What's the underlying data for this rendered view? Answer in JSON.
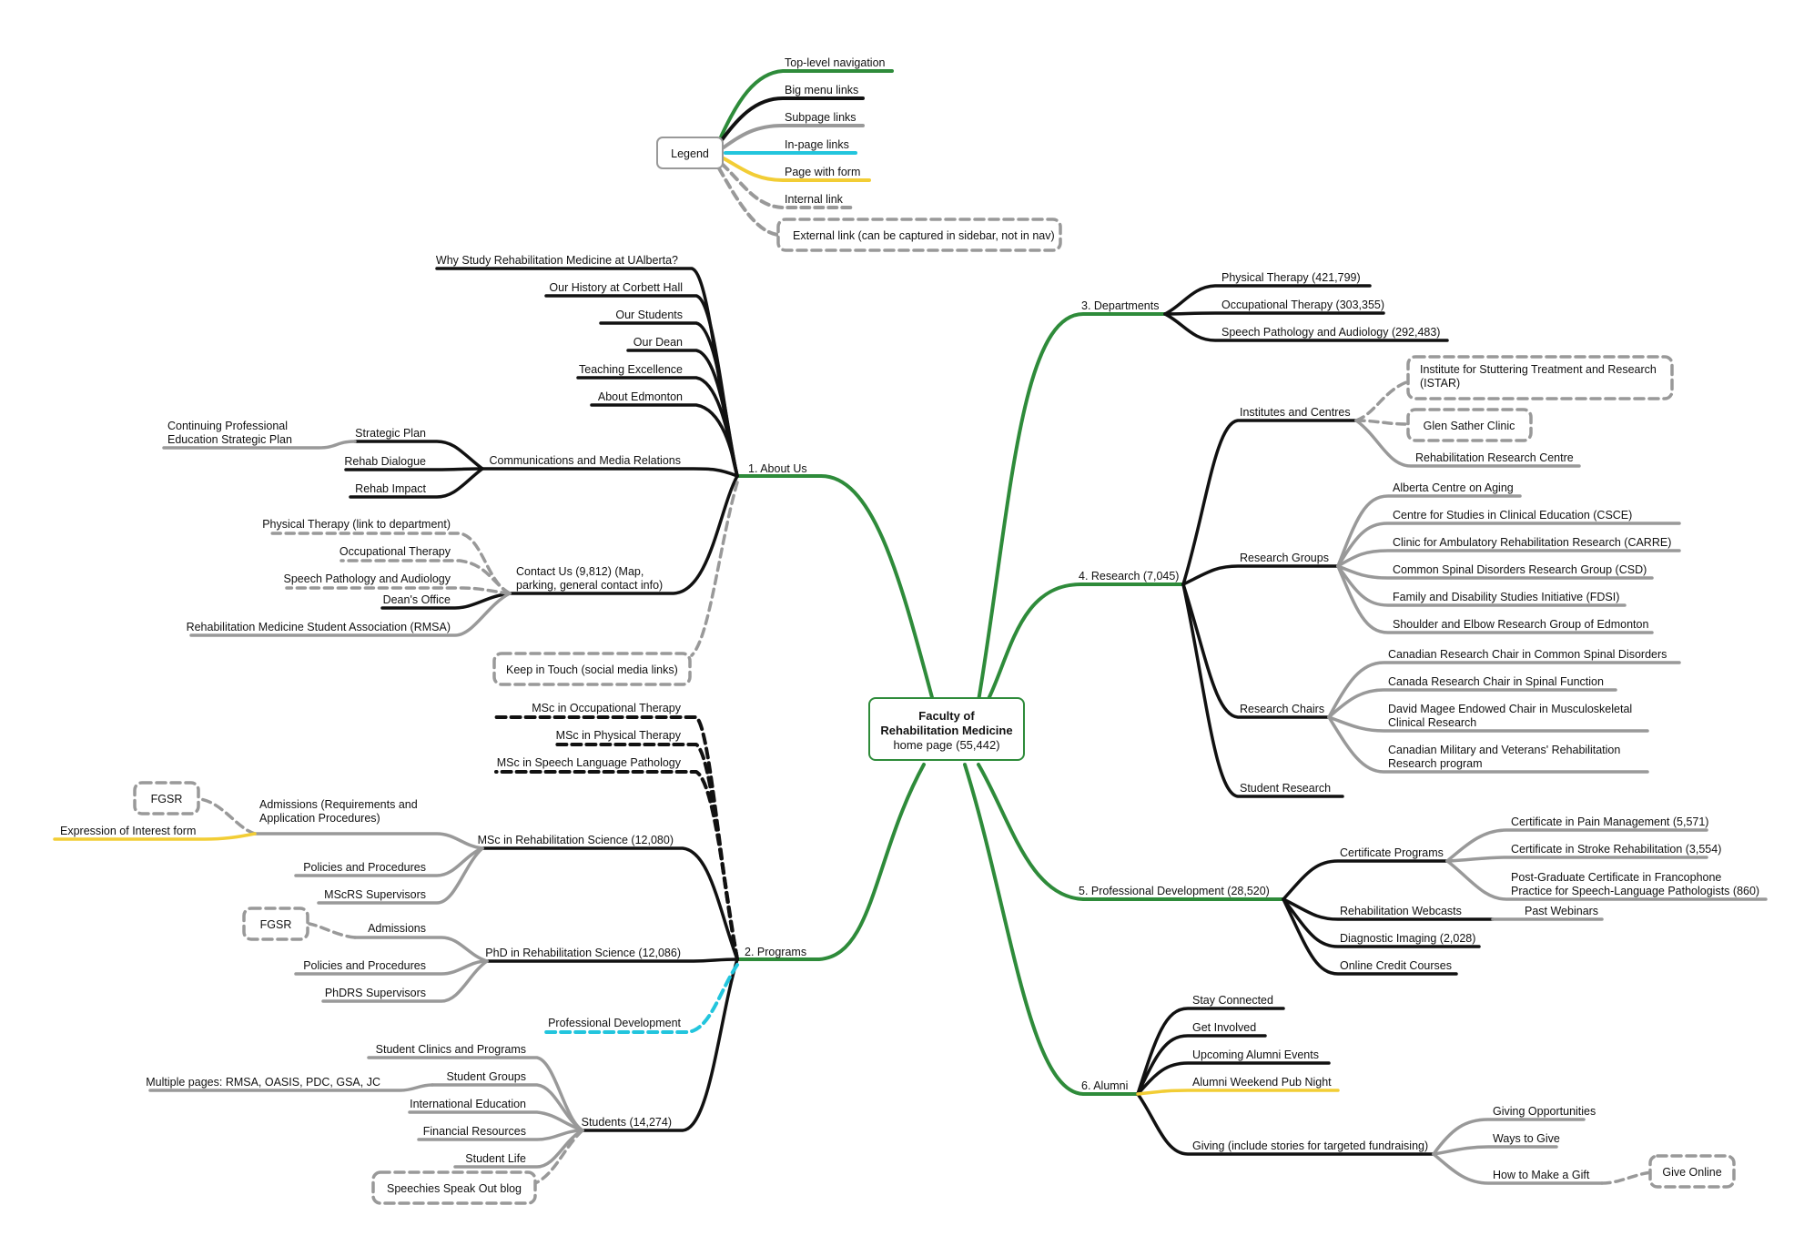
{
  "colors": {
    "top_level": "#2e8b3a",
    "big_menu": "#111111",
    "subpage": "#999999",
    "in_page": "#22c5dd",
    "form": "#f2cd35",
    "internal": "#999999",
    "external_box": "#999999"
  },
  "root": {
    "line1": "Faculty of",
    "line2": "Rehabilitation Medicine",
    "line3": "home page (55,442)"
  },
  "legend": {
    "title": "Legend",
    "items": [
      {
        "label": "Top-level navigation",
        "style": "top_level"
      },
      {
        "label": "Big menu links",
        "style": "big_menu"
      },
      {
        "label": "Subpage links",
        "style": "subpage"
      },
      {
        "label": "In-page links",
        "style": "in_page"
      },
      {
        "label": "Page with form",
        "style": "form"
      },
      {
        "label": "Internal link",
        "style": "internal"
      },
      {
        "label": "External link (can be captured in sidebar, not in nav)",
        "style": "external"
      }
    ]
  },
  "about_us": {
    "label": "1. About Us",
    "why": "Why Study Rehabilitation Medicine at UAlberta?",
    "history": "Our History at Corbett Hall",
    "students": "Our Students",
    "dean": "Our Dean",
    "teaching": "Teaching Excellence",
    "edmonton": "About Edmonton",
    "communications": {
      "label": "Communications and Media Relations",
      "strategic_plan": "Strategic Plan",
      "cpe_plan_line1": "Continuing Professional",
      "cpe_plan_line2": "Education Strategic Plan",
      "rehab_dialogue": "Rehab Dialogue",
      "rehab_impact": "Rehab Impact"
    },
    "contact": {
      "label_line1": "Contact Us (9,812) (Map,",
      "label_line2": "parking, general contact info)",
      "pt": "Physical Therapy (link to department)",
      "ot": "Occupational Therapy",
      "slp": "Speech Pathology and Audiology",
      "deans_office": "Dean's Office",
      "rmsa": "Rehabilitation Medicine Student Association (RMSA)"
    },
    "keep_in_touch": "Keep in Touch (social media links)"
  },
  "programs": {
    "label": "2. Programs",
    "msc_ot": "MSc in Occupational Therapy",
    "msc_pt": "MSc in Physical Therapy",
    "msc_slp": "MSc in Speech Language Pathology",
    "msc_rs": {
      "label": "MSc in Rehabilitation Science (12,080)",
      "admissions_line1": "Admissions (Requirements and",
      "admissions_line2": "Application Procedures)",
      "fgsr": "FGSR",
      "eoi_form": "Expression of Interest form",
      "policies": "Policies and Procedures",
      "supervisors": "MScRS Supervisors"
    },
    "phd_rs": {
      "label": "PhD in Rehabilitation Science (12,086)",
      "admissions": "Admissions",
      "fgsr": "FGSR",
      "policies": "Policies and Procedures",
      "supervisors": "PhDRS Supervisors"
    },
    "prof_dev": "Professional Development",
    "students": {
      "label": "Students (14,274)",
      "clinics": "Student Clinics and Programs",
      "groups": "Student Groups",
      "multiple": "Multiple pages: RMSA, OASIS, PDC, GSA, JC",
      "international": "International Education",
      "financial": "Financial Resources",
      "life": "Student Life",
      "blog": "Speechies Speak Out blog"
    }
  },
  "departments": {
    "label": "3. Departments",
    "pt": "Physical Therapy (421,799)",
    "ot": "Occupational Therapy (303,355)",
    "slp": "Speech Pathology and Audiology (292,483)"
  },
  "research": {
    "label": "4. Research (7,045)",
    "institutes": {
      "label": "Institutes and Centres",
      "istar_line1": "Institute for Stuttering Treatment and Research",
      "istar_line2": "(ISTAR)",
      "glen": "Glen Sather Clinic",
      "rrc": "Rehabilitation Research Centre"
    },
    "groups": {
      "label": "Research Groups",
      "aging": "Alberta Centre on Aging",
      "csce": "Centre for Studies in Clinical Education (CSCE)",
      "carre": "Clinic for Ambulatory Rehabilitation Research (CARRE)",
      "csd": "Common Spinal Disorders Research Group (CSD)",
      "fdsi": "Family and Disability Studies Initiative (FDSI)",
      "shoulder": "Shoulder and Elbow Research Group of Edmonton"
    },
    "chairs": {
      "label": "Research Chairs",
      "csd_chair": "Canadian Research Chair in Common Spinal Disorders",
      "spinal": "Canada Research Chair in Spinal Function",
      "magee_line1": "David Magee Endowed Chair in Musculoskeletal",
      "magee_line2": "Clinical Research",
      "military_line1": "Canadian Military and Veterans' Rehabilitation",
      "military_line2": "Research program"
    },
    "student_research": "Student Research"
  },
  "prof_dev": {
    "label": "5. Professional Development (28,520)",
    "certificates": {
      "label": "Certificate Programs",
      "pain": "Certificate in Pain Management (5,571)",
      "stroke": "Certificate in Stroke Rehabilitation (3,554)",
      "francophone_line1": "Post-Graduate Certificate in Francophone",
      "francophone_line2": "Practice for Speech-Language Pathologists (860)"
    },
    "webcasts": "Rehabilitation Webcasts",
    "past_webinars": "Past Webinars",
    "imaging": "Diagnostic Imaging (2,028)",
    "online": "Online Credit Courses"
  },
  "alumni": {
    "label": "6. Alumni",
    "stay": "Stay Connected",
    "involved": "Get Involved",
    "events": "Upcoming Alumni Events",
    "pub_night": "Alumni Weekend Pub Night",
    "giving": {
      "label": "Giving (include stories for targeted fundraising)",
      "opportunities": "Giving Opportunities",
      "ways": "Ways to Give",
      "how": "How to Make a Gift",
      "online": "Give Online"
    }
  }
}
